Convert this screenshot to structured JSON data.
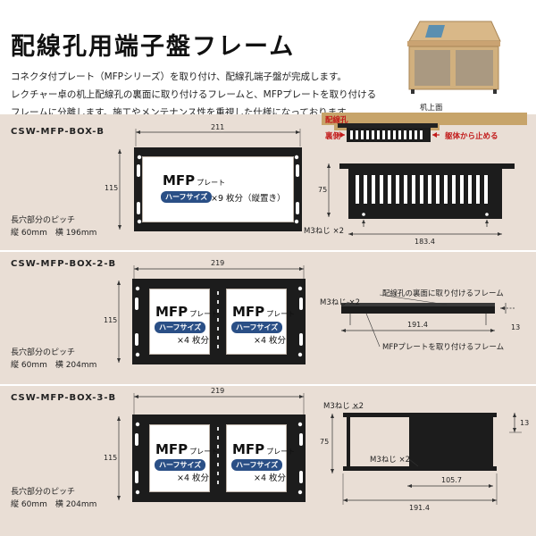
{
  "header": {
    "title": "配線孔用端子盤フレーム",
    "intro": [
      "コネクタ付プレート（MFPシリーズ）を取り付け、配線孔端子盤が完成します。",
      "レクチャー卓の机上配線孔の裏面に取り付けるフレームと、MFPプレートを取り付ける",
      "フレームに分離します。施工やメンテナンス性を重視した仕様になっております。"
    ]
  },
  "sections": [
    {
      "model": "CSW-MFP-BOX-B",
      "pitch_label": "長穴部分のピッチ",
      "pitch_value": "縦 60mm　横 196mm",
      "width_dim": "211",
      "height_dim": "115",
      "plate_title": "MFP",
      "plate_sub": "プレート",
      "half_label": "ハーフサイズ",
      "count": "×9 枚分（縦置き）",
      "side": {
        "desk_label": "机上面",
        "hole_label": "配線孔",
        "back_label": "裏側",
        "fix_label": "躯体から止める",
        "height_dim": "75",
        "width_dim": "183.4",
        "screw_label": "M3ねじ ×2"
      }
    },
    {
      "model": "CSW-MFP-BOX-2-B",
      "pitch_label": "長穴部分のピッチ",
      "pitch_value": "縦 60mm　横 204mm",
      "width_dim": "219",
      "height_dim": "115",
      "plate_title": "MFP",
      "plate_sub": "プレート",
      "half_label": "ハーフサイズ",
      "count": "×4 枚分",
      "side": {
        "screw_label": "M3ねじ ×2",
        "frame_note_top": "配線孔の裏面に取り付けるフレーム",
        "frame_note_bottom": "MFPプレートを取り付けるフレーム",
        "width_dim": "191.4",
        "height_dim": "13"
      }
    },
    {
      "model": "CSW-MFP-BOX-3-B",
      "pitch_label": "長穴部分のピッチ",
      "pitch_value": "縦 60mm　横 204mm",
      "width_dim": "219",
      "height_dim": "115",
      "plate_title": "MFP",
      "plate_sub": "プレート",
      "half_label": "ハーフサイズ",
      "count": "×4 枚分",
      "side": {
        "screw_label_top": "M3ねじ ×2",
        "screw_label_bottom": "M3ねじ ×2",
        "height_dim": "75",
        "small_dim": "13",
        "inner_dim": "105.7",
        "width_dim": "191.4"
      }
    }
  ],
  "colors": {
    "band": "#e9ded5",
    "frame": "#1c1c1c",
    "badge": "#2a4f86",
    "note_red": "#c21a1a",
    "desk": "#c7a46a"
  }
}
